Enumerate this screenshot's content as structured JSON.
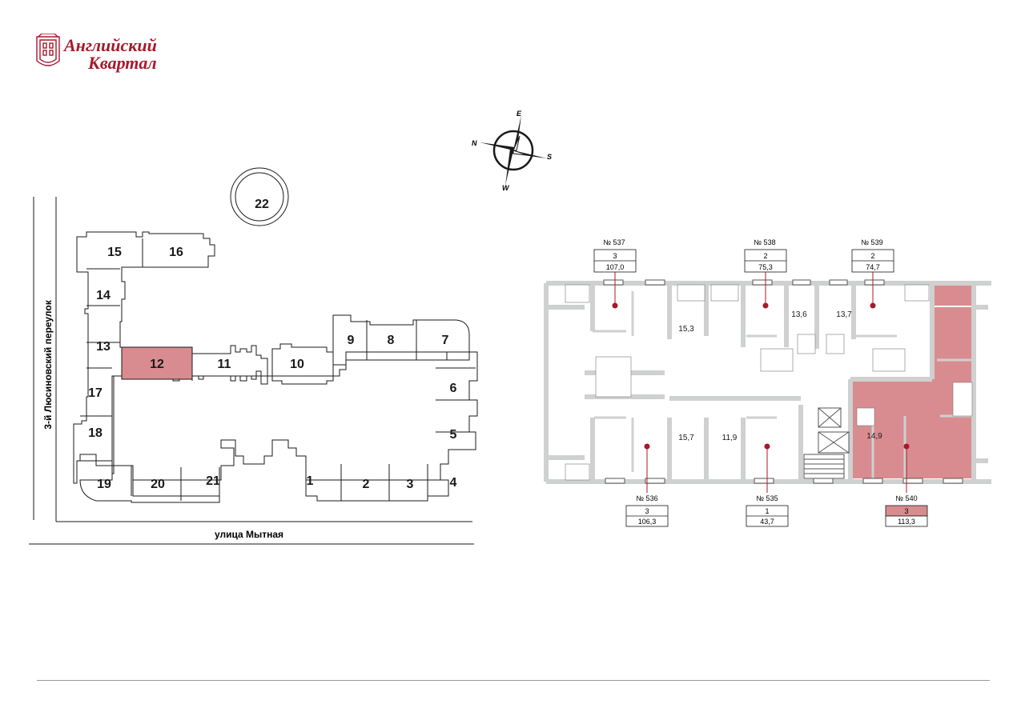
{
  "brand": {
    "line1": "Английский",
    "line2": "Квартал",
    "color": "#a8182b"
  },
  "compass": {
    "n": "N",
    "e": "E",
    "s": "S",
    "w": "W"
  },
  "site_plan": {
    "street_bottom": "улица Мытная",
    "street_left": "3-й Люсиновский переулок",
    "highlight_color": "#d98c8f",
    "selected_section": "12",
    "sections": [
      "1",
      "2",
      "3",
      "4",
      "5",
      "6",
      "7",
      "8",
      "9",
      "10",
      "11",
      "12",
      "13",
      "14",
      "15",
      "16",
      "17",
      "18",
      "19",
      "20",
      "21",
      "22"
    ]
  },
  "floor_plan": {
    "highlight_color": "#d98c8f",
    "wall_color": "#cfd0d0",
    "apartments": [
      {
        "number": "№ 537",
        "rooms": "3",
        "area": "107,0",
        "selected": false
      },
      {
        "number": "№ 538",
        "rooms": "2",
        "area": "75,3",
        "selected": false
      },
      {
        "number": "№ 539",
        "rooms": "2",
        "area": "74,7",
        "selected": false
      },
      {
        "number": "№ 536",
        "rooms": "3",
        "area": "106,3",
        "selected": false
      },
      {
        "number": "№ 535",
        "rooms": "1",
        "area": "43,7",
        "selected": false
      },
      {
        "number": "№ 540",
        "rooms": "3",
        "area": "113,3",
        "selected": true
      }
    ],
    "room_areas": [
      "15,3",
      "13,6",
      "13,7",
      "15,7",
      "11,9",
      "14,9"
    ]
  }
}
